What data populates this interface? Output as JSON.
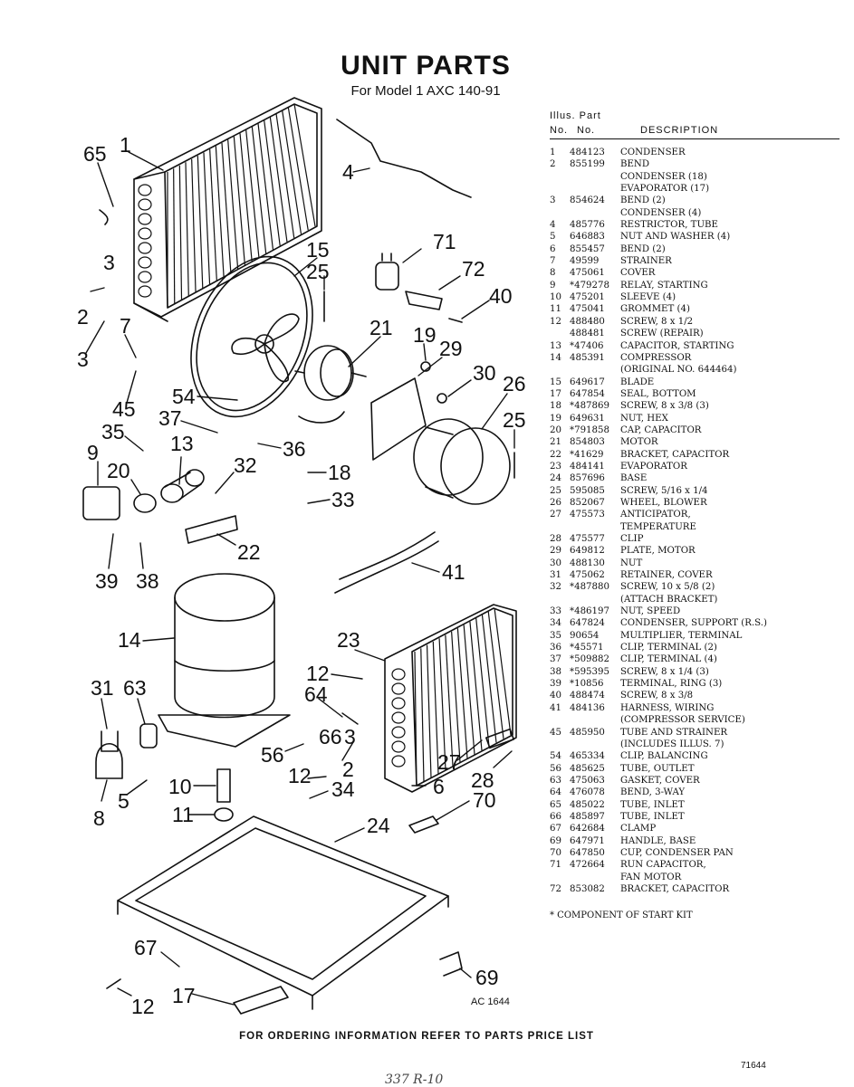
{
  "title": "UNIT PARTS",
  "subtitle": "For Model 1 AXC 140-91",
  "table_header": {
    "illus_line": "Illus. Part",
    "no_label": "No.",
    "part_label": "No.",
    "desc_label": "DESCRIPTION"
  },
  "parts": [
    {
      "no": "1",
      "part": "484123",
      "desc": "CONDENSER"
    },
    {
      "no": "2",
      "part": "855199",
      "desc": "BEND"
    },
    {
      "no": "",
      "part": "",
      "desc": "CONDENSER (18)"
    },
    {
      "no": "",
      "part": "",
      "desc": "EVAPORATOR (17)"
    },
    {
      "no": "3",
      "part": "854624",
      "desc": "BEND (2)"
    },
    {
      "no": "",
      "part": "",
      "desc": "CONDENSER (4)"
    },
    {
      "no": "4",
      "part": "485776",
      "desc": "RESTRICTOR, TUBE"
    },
    {
      "no": "5",
      "part": "646883",
      "desc": "NUT AND WASHER (4)"
    },
    {
      "no": "6",
      "part": "855457",
      "desc": "BEND (2)"
    },
    {
      "no": "7",
      "part": "49599",
      "desc": "STRAINER"
    },
    {
      "no": "8",
      "part": "475061",
      "desc": "COVER"
    },
    {
      "no": "9",
      "part": "*479278",
      "desc": "RELAY, STARTING"
    },
    {
      "no": "10",
      "part": "475201",
      "desc": "SLEEVE (4)"
    },
    {
      "no": "11",
      "part": "475041",
      "desc": "GROMMET (4)"
    },
    {
      "no": "12",
      "part": "488480",
      "desc": "SCREW, 8 x 1/2"
    },
    {
      "no": "",
      "part": "488481",
      "desc": "SCREW (REPAIR)"
    },
    {
      "no": "13",
      "part": "*47406",
      "desc": "CAPACITOR, STARTING"
    },
    {
      "no": "14",
      "part": "485391",
      "desc": "COMPRESSOR"
    },
    {
      "no": "",
      "part": "",
      "desc": "(ORIGINAL NO. 644464)"
    },
    {
      "no": "15",
      "part": "649617",
      "desc": "BLADE"
    },
    {
      "no": "17",
      "part": "647854",
      "desc": "SEAL, BOTTOM"
    },
    {
      "no": "18",
      "part": "*487869",
      "desc": "SCREW, 8 x 3/8 (3)"
    },
    {
      "no": "19",
      "part": "649631",
      "desc": "NUT, HEX"
    },
    {
      "no": "20",
      "part": "*791858",
      "desc": "CAP, CAPACITOR"
    },
    {
      "no": "21",
      "part": "854803",
      "desc": "MOTOR"
    },
    {
      "no": "22",
      "part": "*41629",
      "desc": "BRACKET, CAPACITOR"
    },
    {
      "no": "23",
      "part": "484141",
      "desc": "EVAPORATOR"
    },
    {
      "no": "24",
      "part": "857696",
      "desc": "BASE"
    },
    {
      "no": "25",
      "part": "595085",
      "desc": "SCREW, 5/16 x 1/4"
    },
    {
      "no": "26",
      "part": "852067",
      "desc": "WHEEL, BLOWER"
    },
    {
      "no": "27",
      "part": "475573",
      "desc": "ANTICIPATOR,"
    },
    {
      "no": "",
      "part": "",
      "desc": "TEMPERATURE"
    },
    {
      "no": "28",
      "part": "475577",
      "desc": "CLIP"
    },
    {
      "no": "29",
      "part": "649812",
      "desc": "PLATE, MOTOR"
    },
    {
      "no": "30",
      "part": "488130",
      "desc": "NUT"
    },
    {
      "no": "31",
      "part": "475062",
      "desc": "RETAINER, COVER"
    },
    {
      "no": "32",
      "part": "*487880",
      "desc": "SCREW, 10 x 5/8 (2)"
    },
    {
      "no": "",
      "part": "",
      "desc": "(ATTACH BRACKET)"
    },
    {
      "no": "33",
      "part": "*486197",
      "desc": "NUT, SPEED"
    },
    {
      "no": "34",
      "part": "647824",
      "desc": "CONDENSER, SUPPORT (R.S.)"
    },
    {
      "no": "35",
      "part": "90654",
      "desc": "MULTIPLIER, TERMINAL"
    },
    {
      "no": "36",
      "part": "*45571",
      "desc": "CLIP, TERMINAL (2)"
    },
    {
      "no": "37",
      "part": "*509882",
      "desc": "CLIP, TERMINAL (4)"
    },
    {
      "no": "38",
      "part": "*595395",
      "desc": "SCREW, 8 x 1/4 (3)"
    },
    {
      "no": "39",
      "part": "*10856",
      "desc": "TERMINAL, RING (3)"
    },
    {
      "no": "40",
      "part": "488474",
      "desc": "SCREW, 8 x 3/8"
    },
    {
      "no": "41",
      "part": "484136",
      "desc": "HARNESS, WIRING"
    },
    {
      "no": "",
      "part": "",
      "desc": "(COMPRESSOR SERVICE)"
    },
    {
      "no": "45",
      "part": "485950",
      "desc": "TUBE AND STRAINER"
    },
    {
      "no": "",
      "part": "",
      "desc": "(INCLUDES ILLUS. 7)"
    },
    {
      "no": "54",
      "part": "465334",
      "desc": "CLIP, BALANCING"
    },
    {
      "no": "56",
      "part": "485625",
      "desc": "TUBE, OUTLET"
    },
    {
      "no": "63",
      "part": "475063",
      "desc": "GASKET, COVER"
    },
    {
      "no": "64",
      "part": "476078",
      "desc": "BEND, 3-WAY"
    },
    {
      "no": "65",
      "part": "485022",
      "desc": "TUBE, INLET"
    },
    {
      "no": "66",
      "part": "485897",
      "desc": "TUBE, INLET"
    },
    {
      "no": "67",
      "part": "642684",
      "desc": "CLAMP"
    },
    {
      "no": "69",
      "part": "647971",
      "desc": "HANDLE, BASE"
    },
    {
      "no": "70",
      "part": "647850",
      "desc": "CUP, CONDENSER PAN"
    },
    {
      "no": "71",
      "part": "472664",
      "desc": "RUN CAPACITOR,"
    },
    {
      "no": "",
      "part": "",
      "desc": "FAN MOTOR"
    },
    {
      "no": "72",
      "part": "853082",
      "desc": "BRACKET, CAPACITOR"
    }
  ],
  "footnote": "* COMPONENT OF START KIT",
  "footer": "FOR ORDERING INFORMATION REFER TO PARTS PRICE LIST",
  "drawing_code": "AC 1644",
  "page_number": "71644",
  "handwritten_note": "337 R-10",
  "callouts": {
    "c65": "65",
    "c1": "1",
    "c4": "4",
    "c15": "15",
    "c25a": "25",
    "c71": "71",
    "c72": "72",
    "c40": "40",
    "c3a": "3",
    "c2a": "2",
    "c3b": "3",
    "c7": "7",
    "c45": "45",
    "c21": "21",
    "c19": "19",
    "c29": "29",
    "c30": "30",
    "c26": "26",
    "c25b": "25",
    "c54": "54",
    "c37": "37",
    "c35": "35",
    "c13": "13",
    "c36": "36",
    "c9": "9",
    "c20": "20",
    "c32": "32",
    "c18": "18",
    "c33": "33",
    "c22": "22",
    "c39": "39",
    "c38": "38",
    "c41": "41",
    "c14": "14",
    "c23": "23",
    "c12a": "12",
    "c31": "31",
    "c63": "63",
    "c64": "64",
    "c66": "66",
    "c3c": "3",
    "c56": "56",
    "c2b": "2",
    "c27": "27",
    "c12b": "12",
    "c6": "6",
    "c28": "28",
    "c10": "10",
    "c34": "34",
    "c70": "70",
    "c5": "5",
    "c8": "8",
    "c11": "11",
    "c24": "24",
    "c67": "67",
    "c69": "69",
    "c12c": "12",
    "c17": "17"
  }
}
